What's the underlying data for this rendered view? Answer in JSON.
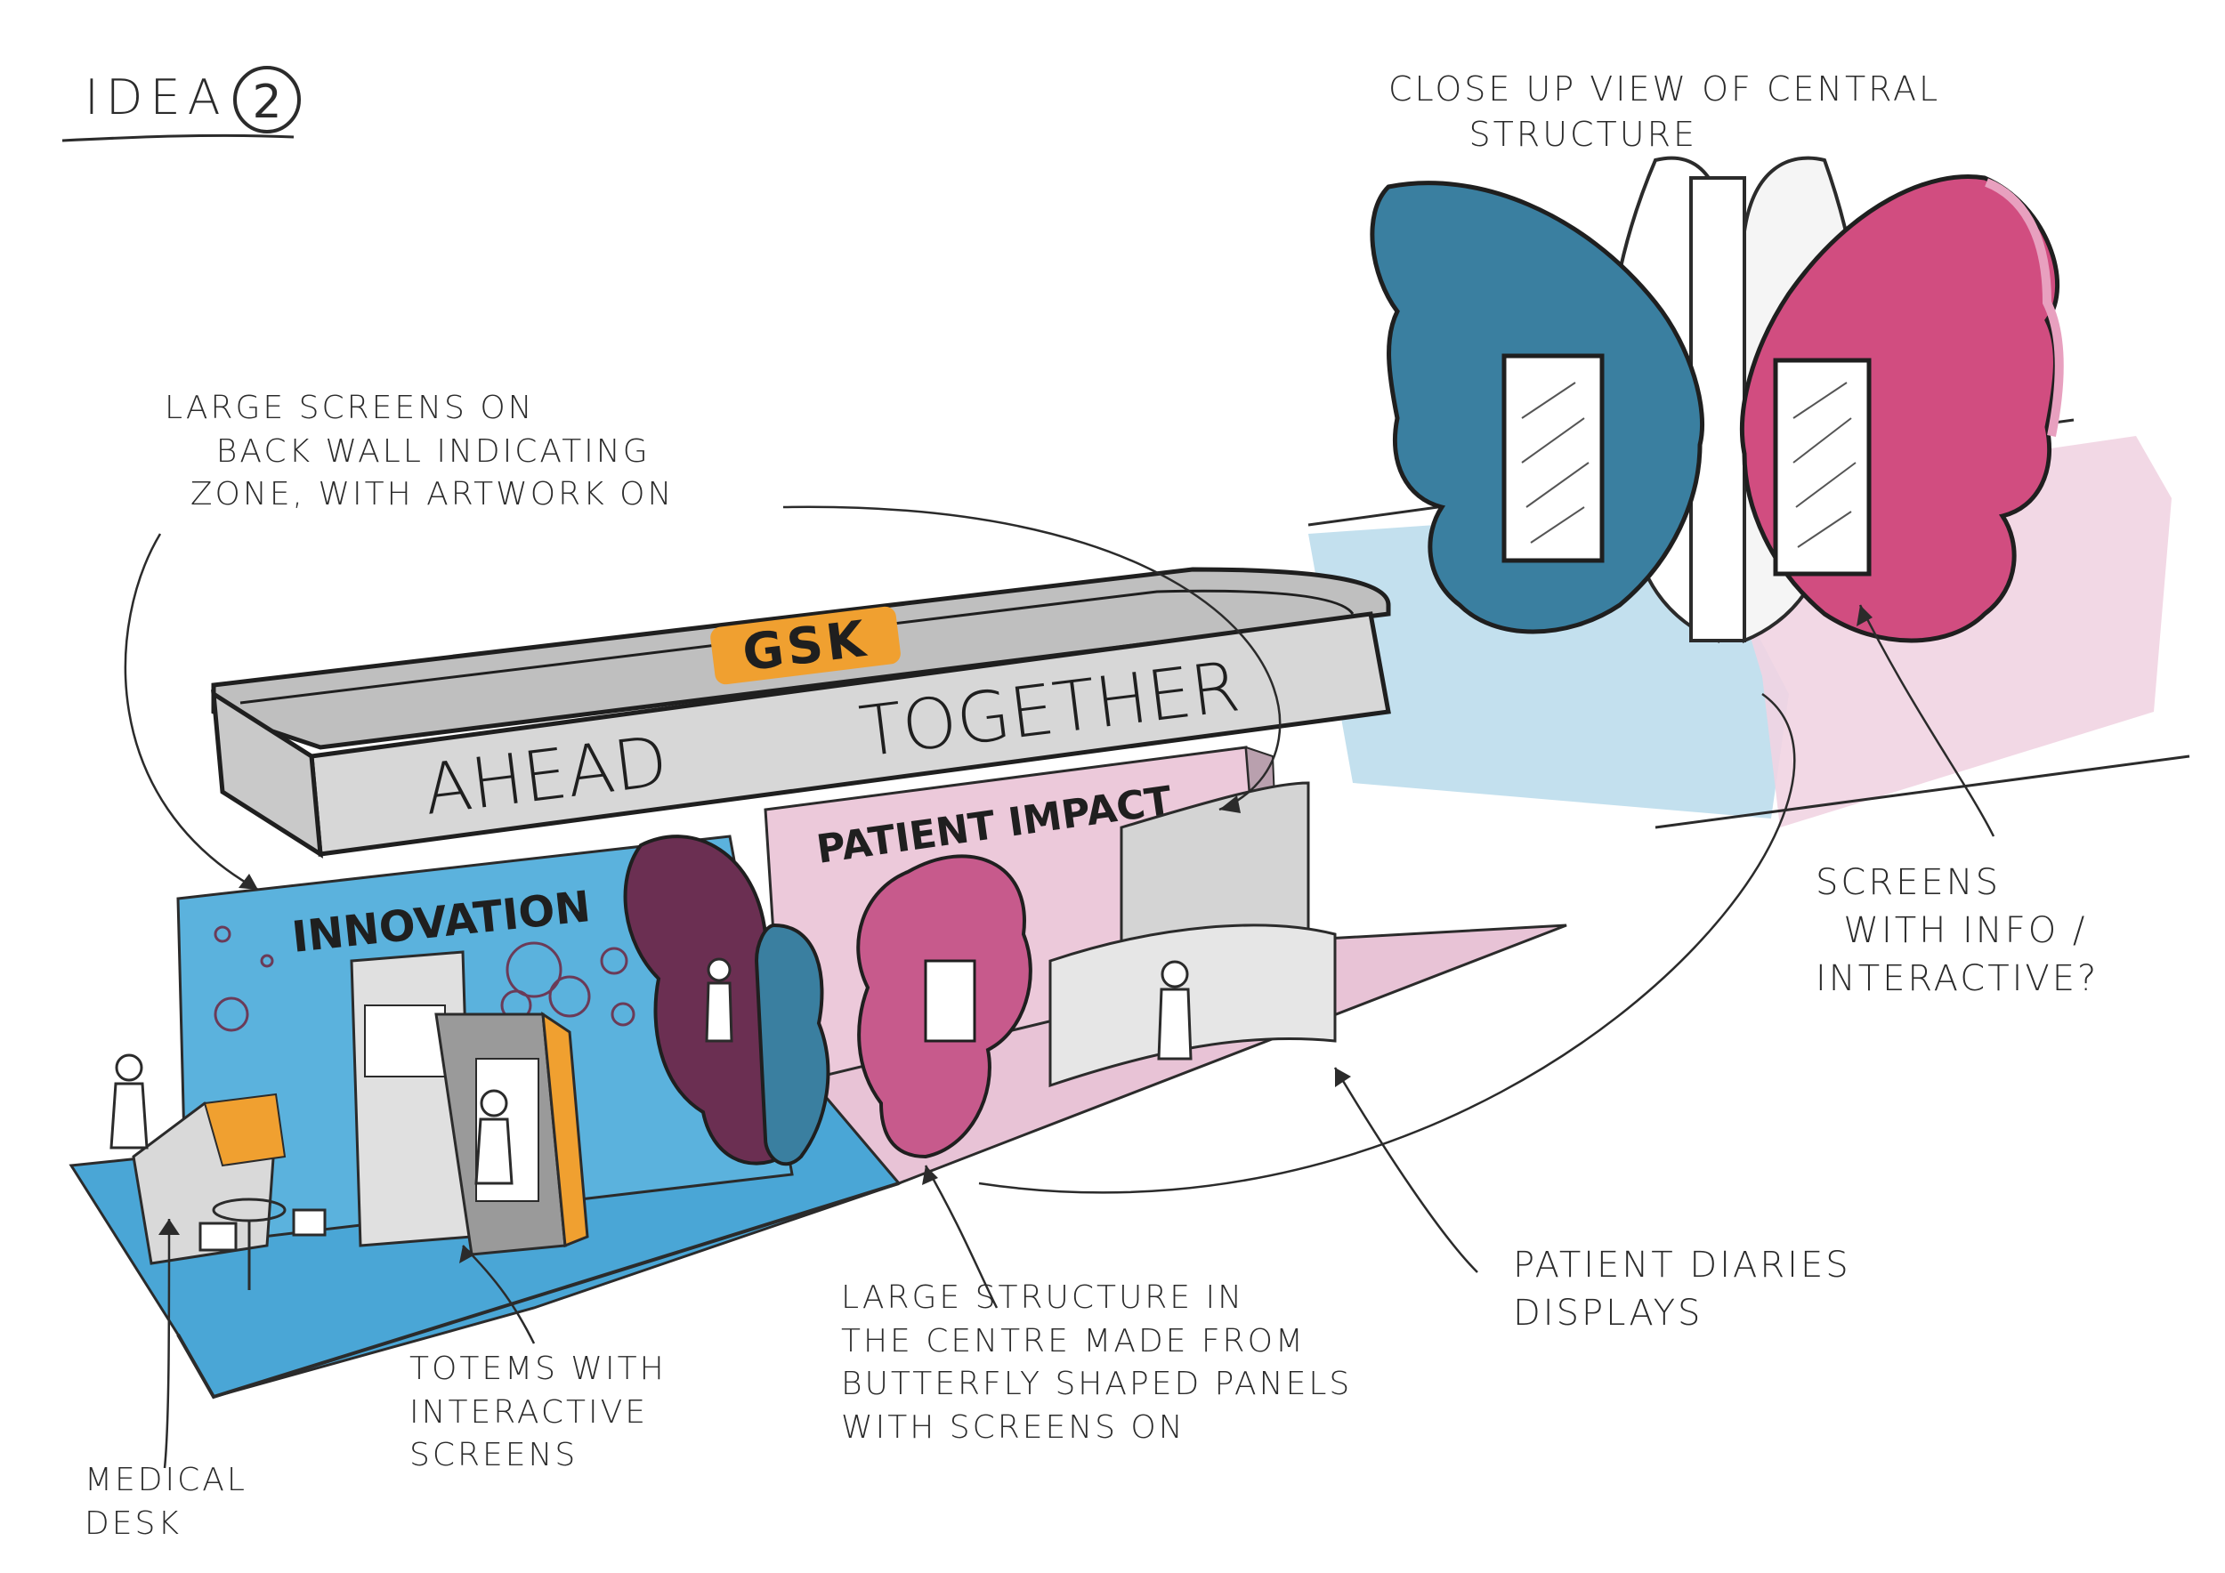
{
  "title": "IDEA",
  "title_number": "2",
  "notes": {
    "closeup": "CLOSE UP VIEW OF CENTRAL\n      STRUCTURE",
    "back_wall": "LARGE SCREENS ON\n    BACK WALL INDICATING\n  ZONE, WITH ARTWORK ON",
    "screens_info": "SCREENS\n  WITH INFO /\nINTERACTIVE?",
    "patient_diaries": "PATIENT DIARIES\nDISPLAYS",
    "large_structure": "LARGE STRUCTURE IN\nTHE CENTRE MADE FROM\nBUTTERFLY SHAPED PANELS\nWITH SCREENS ON",
    "totems": "TOTEMS WITH\nINTERACTIVE\nSCREENS",
    "medical_desk": "MEDICAL\nDESK"
  },
  "signage": {
    "brand": "GSK",
    "ahead": "AHEAD",
    "together": "TOGETHER",
    "innovation": "INNOVATION",
    "patient_impact": "PATIENT IMPACT"
  },
  "colors": {
    "blue_zone": "#4aa6d6",
    "pink_zone": "#e8c3d6",
    "butterfly_blue": "#3a7fa0",
    "butterfly_pink": "#d14d80",
    "butterfly_plum": "#6b2f52",
    "orange": "#f0a030",
    "header_grey": "#d7d7d7"
  }
}
